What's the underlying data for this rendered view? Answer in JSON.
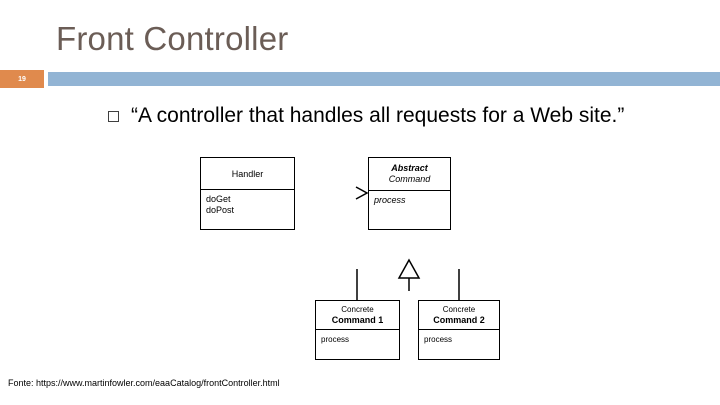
{
  "slide": {
    "title": "Front Controller",
    "number": "19",
    "accent_orange": "#e08a4d",
    "accent_blue": "#92b4d4",
    "title_color": "#6b5d56"
  },
  "body": {
    "bullet_icon": "square-bullet-icon",
    "text": "“A controller that handles all requests for a Web site.”"
  },
  "diagram": {
    "type": "uml-class-diagram",
    "boxes": [
      {
        "id": "handler",
        "title": "Handler",
        "title_style": "normal",
        "operations": "doGet\ndoPost"
      },
      {
        "id": "abstract-command",
        "title": "Abstract",
        "subtitle": "Command",
        "title_style": "italic-bold",
        "operations": "process"
      },
      {
        "id": "concrete-command-1",
        "title": "Concrete",
        "subtitle": "Command 1",
        "title_style": "normal-bold",
        "operations": "process"
      },
      {
        "id": "concrete-command-2",
        "title": "Concrete",
        "subtitle": "Command 2",
        "title_style": "normal-bold",
        "operations": "process"
      }
    ],
    "relations": [
      {
        "from": "handler",
        "to": "abstract-command",
        "kind": "association-arrow"
      },
      {
        "from": "concrete-command-1",
        "to": "abstract-command",
        "kind": "generalization"
      },
      {
        "from": "concrete-command-2",
        "to": "abstract-command",
        "kind": "generalization"
      }
    ]
  },
  "footer": {
    "source": "Fonte: https://www.martinfowler.com/eaaCatalog/frontController.html"
  }
}
